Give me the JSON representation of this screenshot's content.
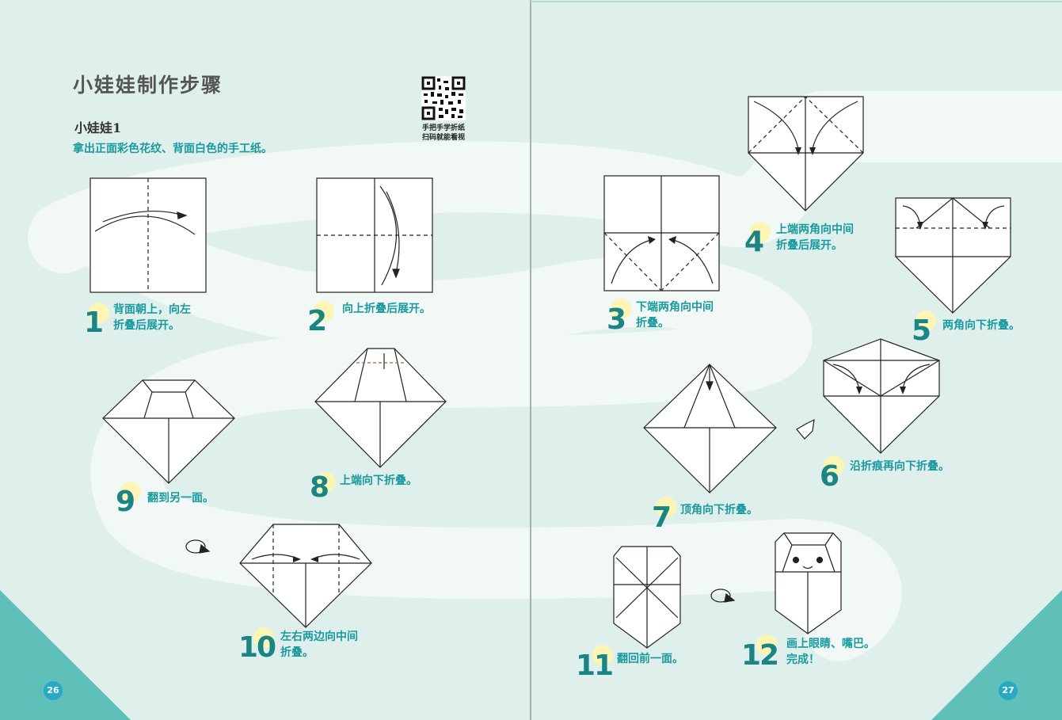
{
  "page": {
    "title": "小娃娃制作步骤",
    "subtitle": "小娃娃1",
    "intro": "拿出正面彩色花纹、背面白色的手工纸。",
    "qr_caption_line1": "手把手学折纸",
    "qr_caption_line2": "扫码就能看视",
    "page_left": "26",
    "page_right": "27"
  },
  "steps": [
    {
      "num": "1",
      "line1": "背面朝上，向左",
      "line2": "折叠后展开。"
    },
    {
      "num": "2",
      "line1": "向上折叠后展开。",
      "line2": ""
    },
    {
      "num": "3",
      "line1": "下端两角向中间",
      "line2": "折叠。"
    },
    {
      "num": "4",
      "line1": "上端两角向中间",
      "line2": "折叠后展开。"
    },
    {
      "num": "5",
      "line1": "两角向下折叠。",
      "line2": ""
    },
    {
      "num": "6",
      "line1": "沿折痕再向下折叠。",
      "line2": ""
    },
    {
      "num": "7",
      "line1": "顶角向下折叠。",
      "line2": ""
    },
    {
      "num": "8",
      "line1": "上端向下折叠。",
      "line2": ""
    },
    {
      "num": "9",
      "line1": "翻到另一面。",
      "line2": ""
    },
    {
      "num": "10",
      "line1": "左右两边向中间",
      "line2": "折叠。"
    },
    {
      "num": "11",
      "line1": "翻回前一面。",
      "line2": ""
    },
    {
      "num": "12",
      "line1": "画上眼睛、嘴巴。",
      "line2": "完成！"
    }
  ],
  "colors": {
    "background": "#dff0ec",
    "corner_teal": "#5fc0b9",
    "text_teal": "#1a9a9f",
    "number_teal": "#1b8585",
    "highlight_yellow": "#fcf5b3",
    "page_badge": "#2aa8c4"
  }
}
